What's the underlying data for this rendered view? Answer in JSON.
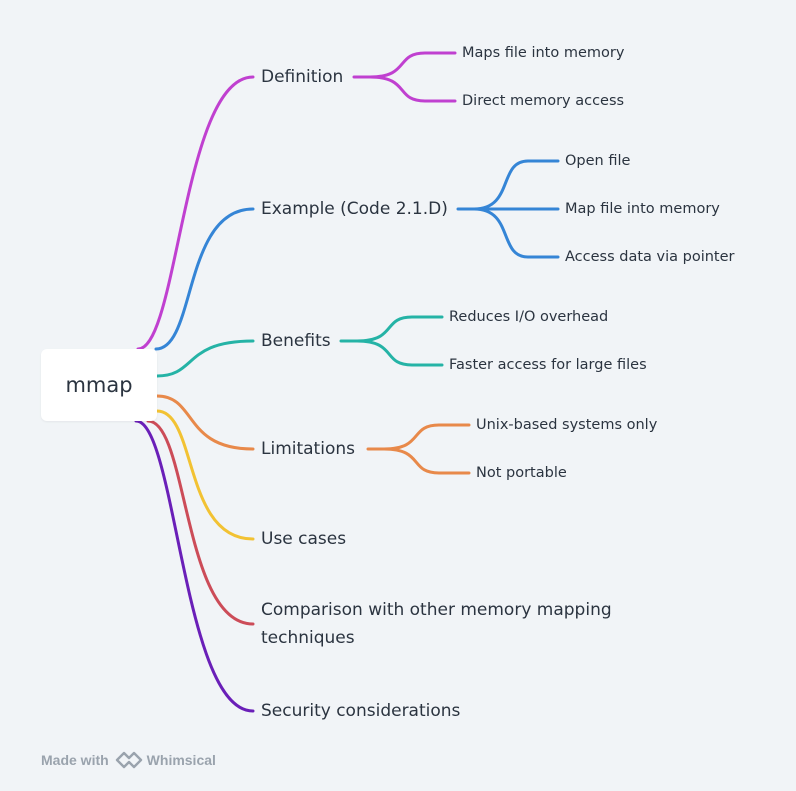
{
  "root": {
    "label": "mmap"
  },
  "branches": [
    {
      "id": "definition",
      "label": "Definition",
      "color": "#c040d0",
      "children": [
        "Maps file into memory",
        "Direct memory access"
      ]
    },
    {
      "id": "example",
      "label": "Example (Code 2.1.D)",
      "color": "#3585d6",
      "children": [
        "Open file",
        "Map file into memory",
        "Access data via pointer"
      ]
    },
    {
      "id": "benefits",
      "label": "Benefits",
      "color": "#25b3a6",
      "children": [
        "Reduces I/O overhead",
        "Faster access for large files"
      ]
    },
    {
      "id": "limitations",
      "label": "Limitations",
      "color": "#e8894a",
      "children": [
        "Unix-based systems only",
        "Not portable"
      ]
    },
    {
      "id": "use-cases",
      "label": "Use cases",
      "color": "#f2c233",
      "children": []
    },
    {
      "id": "comparison",
      "label": "Comparison with other memory mapping techniques",
      "color": "#cc4c58",
      "children": []
    },
    {
      "id": "security",
      "label": "Security considerations",
      "color": "#6a1fb8",
      "children": []
    }
  ],
  "footer": {
    "made_with": "Made with",
    "brand": "Whimsical"
  }
}
